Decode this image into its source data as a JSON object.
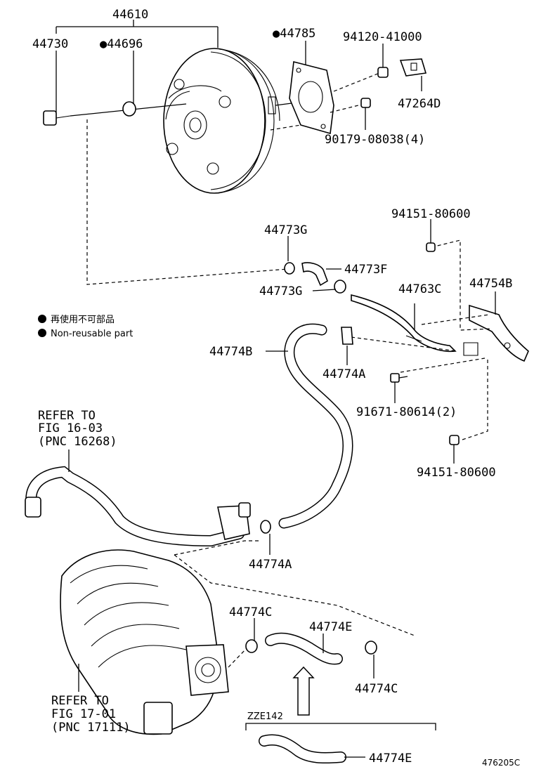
{
  "labels": {
    "booster_assy": "44610",
    "clevis": "44730",
    "seal_rear": "●44696",
    "gasket": "●44785",
    "nut_front": "94120-41000",
    "bracket_small": "47264D",
    "nut_booster": "90179-08038(4)",
    "nut_top": "94151-80600",
    "clamp_upper": "44773G",
    "hose_check": "44773F",
    "clamp_lower": "44773G",
    "tube": "44763C",
    "bracket": "44754B",
    "hose_long": "44774B",
    "clamp_a_top": "44774A",
    "bolt": "91671-80614(2)",
    "nut_bottom": "94151-80600",
    "clamp_a_bottom": "44774A",
    "clamp_c_left": "44774C",
    "hose_e": "44774E",
    "clamp_c_right": "44774C",
    "hose_e_alt": "44774E",
    "variant": "ZZE142",
    "figure_id": "476205C"
  },
  "refer_top": {
    "line1": "REFER TO",
    "line2": "FIG 16-03",
    "line3": "(PNC 16268)"
  },
  "refer_bottom": {
    "line1": "REFER TO",
    "line2": "FIG 17-01",
    "line3": "(PNC 17111)"
  },
  "legend": {
    "jp": "再使用不可部品",
    "en": "Non-reusable part"
  }
}
